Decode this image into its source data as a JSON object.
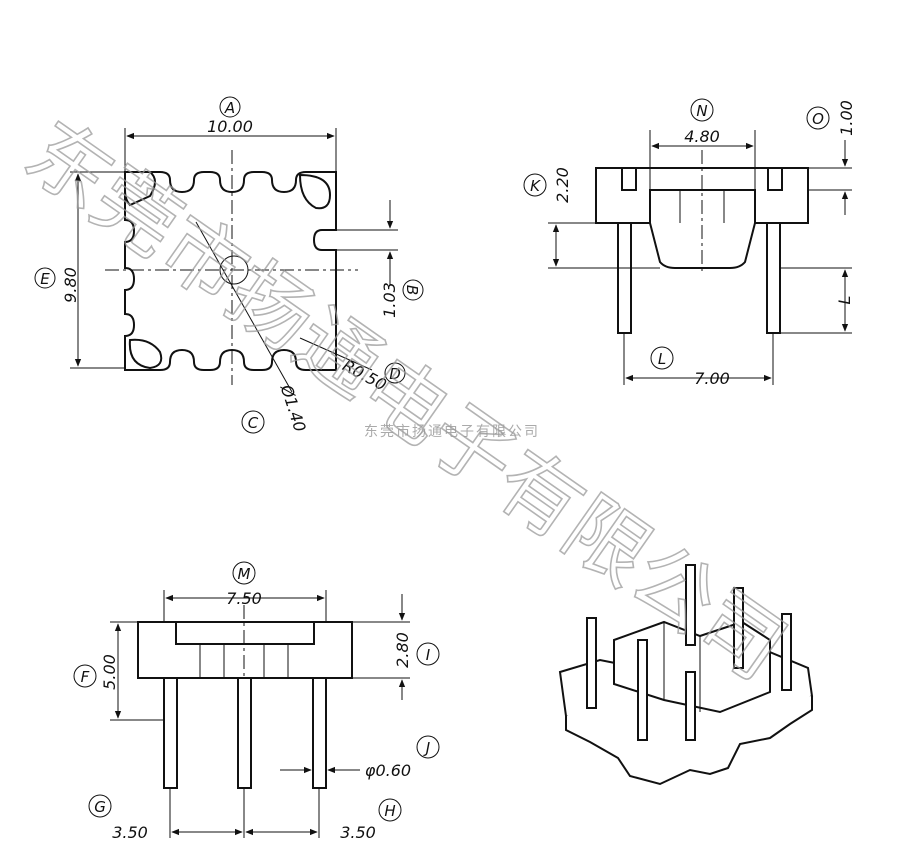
{
  "top_view": {
    "dim_A": {
      "letter": "A",
      "value": "10.00"
    },
    "dim_E": {
      "letter": "E",
      "value": "9.80"
    },
    "dim_B": {
      "letter": "B",
      "value": "1.03"
    },
    "dim_C": {
      "letter": "C",
      "value": "Ø1.40"
    },
    "dim_D": {
      "letter": "D",
      "value": "R0.50"
    }
  },
  "side_view": {
    "dim_N": {
      "letter": "N",
      "value": "4.80"
    },
    "dim_O": {
      "letter": "O",
      "value": "1.00"
    },
    "dim_K": {
      "letter": "K",
      "value": "2.20"
    },
    "dim_L_len": {
      "letter": "L",
      "value": "L"
    },
    "dim_L": {
      "letter": "L",
      "value": "7.00"
    }
  },
  "front_view": {
    "dim_M": {
      "letter": "M",
      "value": "7.50"
    },
    "dim_F": {
      "letter": "F",
      "value": "5.00"
    },
    "dim_I": {
      "letter": "I",
      "value": "2.80"
    },
    "dim_J": {
      "letter": "J",
      "value": "φ0.60"
    },
    "dim_G": {
      "letter": "G",
      "value": "3.50"
    },
    "dim_H": {
      "letter": "H",
      "value": "3.50"
    }
  },
  "watermark": {
    "large": "东莞市扬通电子有限公司",
    "small": "东莞市扬通电子有限公司"
  },
  "colors": {
    "line": "#111111",
    "watermark": "#9a9a9a"
  }
}
